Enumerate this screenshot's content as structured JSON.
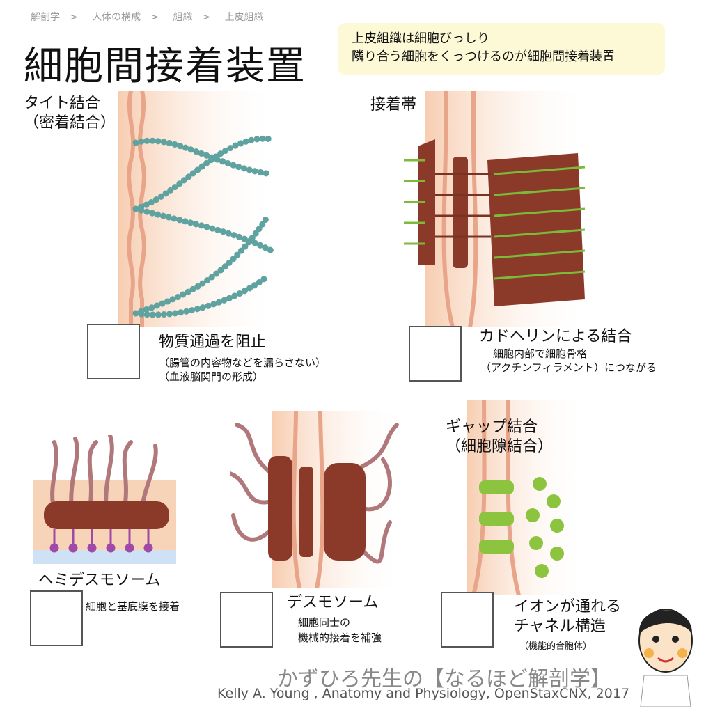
{
  "breadcrumb": [
    "解剖学",
    "人体の構成",
    "組織",
    "上皮組織"
  ],
  "breadcrumb_sep": ">",
  "title": "細胞間接着装置",
  "note": {
    "line1": "上皮組織は細胞びっしり",
    "line2": "隣り合う細胞をくっつけるのが細胞間接着装置"
  },
  "panels": {
    "tight": {
      "title1": "タイト結合",
      "title2": "（密着結合）",
      "caption": "物質通過を阻止",
      "sub1": "（腸管の内容物などを漏らさない）",
      "sub2": "（血液脳関門の形成）"
    },
    "adherens": {
      "title": "接着帯",
      "caption": "カドヘリンによる結合",
      "sub1": "細胞内部で細胞骨格",
      "sub2": "（アクチンフィラメント）につながる"
    },
    "hemi": {
      "title": "ヘミデスモソーム",
      "caption": "細胞と基底膜を接着"
    },
    "desmo": {
      "title": "デスモソーム",
      "sub1": "細胞同士の",
      "sub2": "機械的接着を補強"
    },
    "gap": {
      "title1": "ギャップ結合",
      "title2": "（細胞隙結合）",
      "caption1": "イオンが通れる",
      "caption2": "チャネル構造",
      "sub": "（機能的合胞体）"
    }
  },
  "credit": {
    "brand": "かずひろ先生の【なるほど解剖学】",
    "source": "Kelly A. Young , Anatomy and Physiology, OpenStaxCNX, 2017"
  },
  "colors": {
    "skin": "#f7d3b8",
    "membrane": "#eaa98a",
    "brown": "#8b3a2a",
    "teal": "#5fa3a0",
    "green": "#7cbb3a",
    "purple": "#a04aa8",
    "note_bg": "#fdf9d6"
  }
}
